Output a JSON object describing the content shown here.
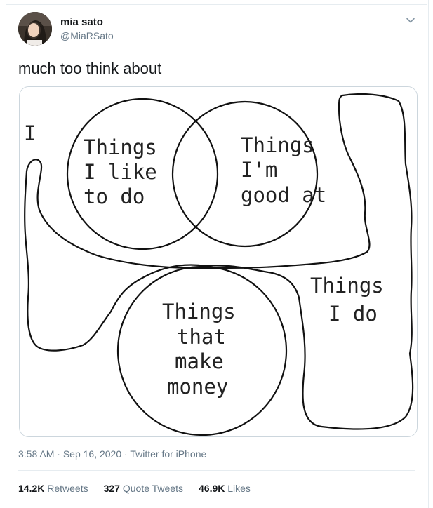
{
  "user": {
    "name": "mia sato",
    "handle": "@MiaRSato"
  },
  "tweet": {
    "text": "much too think about",
    "time": "3:58 AM",
    "date": "Sep 16, 2020",
    "source": "Twitter for iPhone",
    "dot": "·"
  },
  "stats": {
    "retweets_count": "14.2K",
    "retweets_label": "Retweets",
    "quotes_count": "327",
    "quotes_label": "Quote Tweets",
    "likes_count": "46.9K",
    "likes_label": "Likes"
  },
  "diagram": {
    "label_i": "I",
    "circle1": [
      "Things",
      "I like",
      "to do"
    ],
    "circle2": [
      "Things",
      "I'm",
      "good at"
    ],
    "circle3": [
      "Things",
      "that",
      "make",
      "money"
    ],
    "blob": [
      "Things",
      "I do"
    ]
  },
  "colors": {
    "text": "#14171a",
    "muted": "#657786",
    "border": "#e6ecf0"
  },
  "icons": {
    "more": "chevron-down-icon"
  }
}
